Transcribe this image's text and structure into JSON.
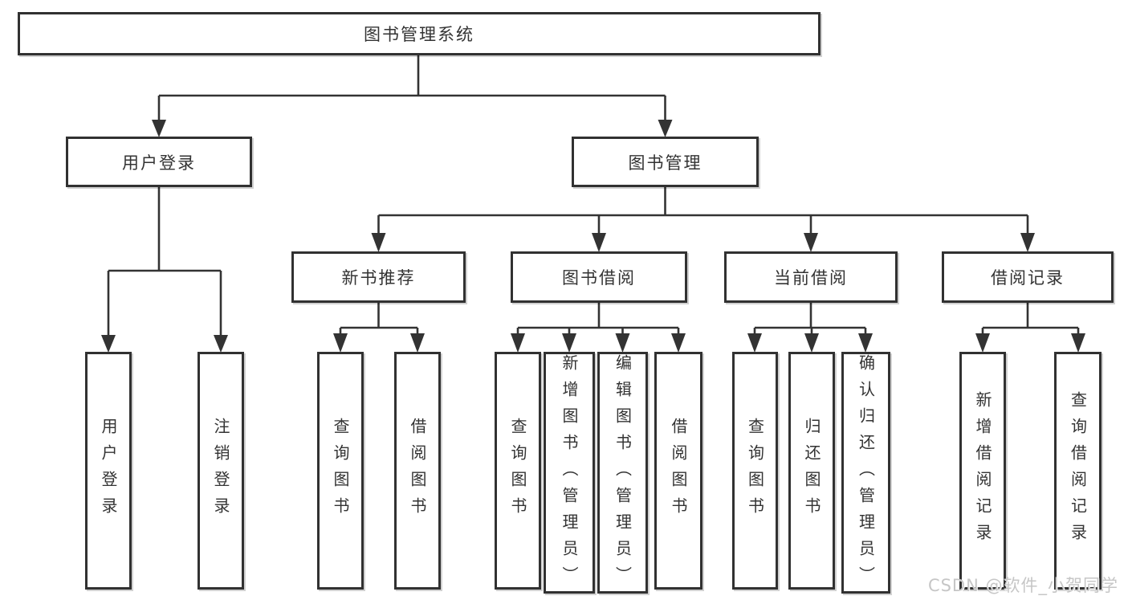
{
  "tree": {
    "root": "图书管理系统",
    "branches": [
      {
        "label": "用户登录",
        "children": [
          "用户登录",
          "注销登录"
        ]
      },
      {
        "label": "图书管理",
        "children": [
          {
            "label": "新书推荐",
            "children": [
              "查询图书",
              "借阅图书"
            ]
          },
          {
            "label": "图书借阅",
            "children": [
              "查询图书",
              "新增图书（管理员）",
              "编辑图书（管理员）",
              "借阅图书"
            ]
          },
          {
            "label": "当前借阅",
            "children": [
              "查询图书",
              "归还图书",
              "确认归还（管理员）"
            ]
          },
          {
            "label": "借阅记录",
            "children": [
              "新增借阅记录",
              "查询借阅记录"
            ]
          }
        ]
      }
    ]
  },
  "watermark": "CSDN @软件_小贺同学",
  "colors": {
    "line": "#333333",
    "box_border": "#313131",
    "text": "#333333",
    "watermark": "#c6c6c6",
    "background": "#ffffff"
  }
}
